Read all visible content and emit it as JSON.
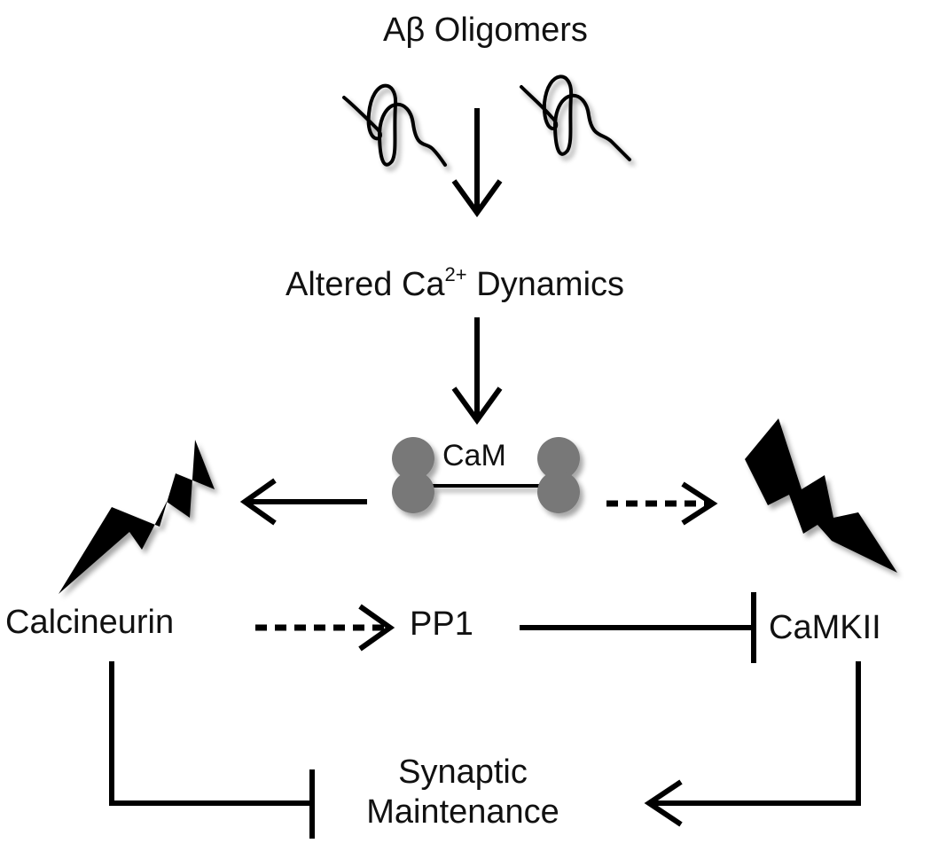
{
  "labels": {
    "abeta": "Aβ Oligomers",
    "altered_prefix": "Altered Ca",
    "altered_sup": "2+",
    "altered_suffix": " Dynamics",
    "cam": "CaM",
    "calcineurin": "Calcineurin",
    "pp1": "PP1",
    "camkii": "CaMKII",
    "synaptic_line1": "Synaptic",
    "synaptic_line2": "Maintenance"
  },
  "colors": {
    "ink": "#000000",
    "cam_lobe": "#787878",
    "shadow": "#c4c4c4"
  },
  "icons": {
    "oligomer": "helix-squiggle-icon",
    "enzyme": "lightning-bolt-icon"
  }
}
